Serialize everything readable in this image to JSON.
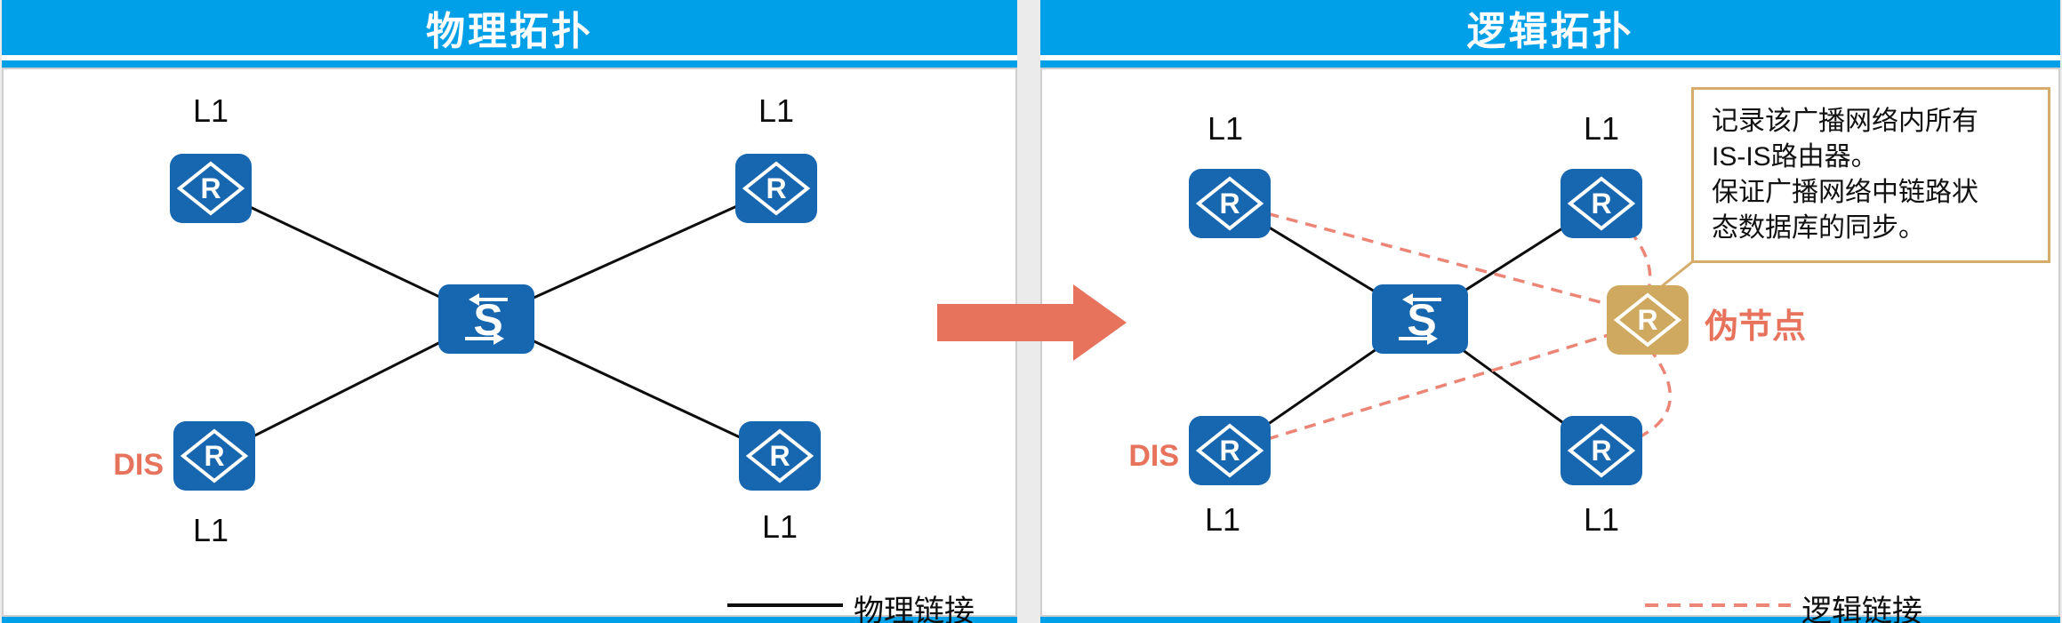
{
  "left_panel": {
    "title": "物理拓扑",
    "labels": {
      "router_tl": "L1",
      "router_tr": "L1",
      "router_bl": "L1",
      "router_br": "L1",
      "dis": "DIS"
    },
    "legend_label": "物理链接"
  },
  "right_panel": {
    "title": "逻辑拓扑",
    "labels": {
      "router_tl": "L1",
      "router_tr": "L1",
      "router_bl": "L1",
      "router_br": "L1",
      "dis": "DIS",
      "pseudonode": "伪节点"
    },
    "callout_lines": [
      "记录该广播网络内所有",
      "IS-IS路由器。",
      "保证广播网络中链路状",
      "态数据库的同步。"
    ],
    "legend_label": "逻辑链接"
  },
  "icons": {
    "router_letter": "R",
    "switch_letter": "S"
  },
  "colors": {
    "header_blue": "#00A0E9",
    "node_blue": "#1766B0",
    "pseudonode_tan": "#CEA95F",
    "callout_border": "#D6AC6A",
    "arrow_salmon": "#E8735C",
    "logical_link": "#ED8577",
    "physical_link": "#0D0D0D"
  }
}
